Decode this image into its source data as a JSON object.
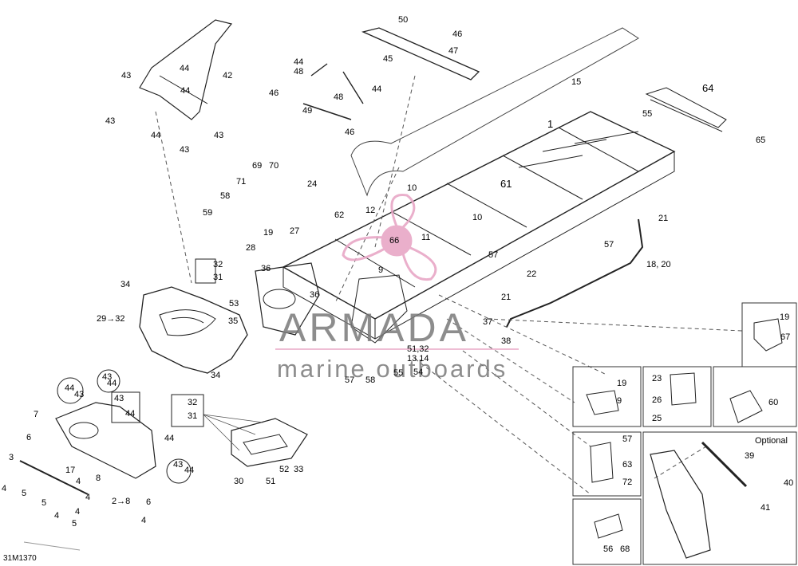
{
  "diagram_code": "31M1370",
  "optional_label": "Optional",
  "watermark": {
    "title": "ARMADA",
    "subtitle": "marine outboards",
    "accent_color": "#e8a7c6",
    "text_color": "#7a7a7a"
  },
  "callouts": [
    "1",
    "2→8",
    "3",
    "4",
    "4",
    "4",
    "4",
    "4",
    "4",
    "5",
    "5",
    "5",
    "6",
    "6",
    "7",
    "8",
    "9",
    "9",
    "10",
    "10",
    "11",
    "12",
    "13 14",
    "15",
    "17",
    "18, 20",
    "19",
    "19",
    "19",
    "21",
    "21",
    "22",
    "23",
    "24",
    "25",
    "26",
    "27",
    "28",
    "29→32",
    "30",
    "31",
    "31",
    "32",
    "32",
    "33",
    "34",
    "34",
    "35",
    "36",
    "36",
    "37",
    "38",
    "39",
    "40",
    "41",
    "42",
    "43",
    "43",
    "43",
    "43",
    "43",
    "43",
    "43",
    "43",
    "44",
    "44",
    "44",
    "44",
    "44",
    "44",
    "44",
    "44",
    "44",
    "44",
    "45",
    "46",
    "46",
    "46",
    "47",
    "48",
    "48",
    "49",
    "50",
    "51",
    "51,32",
    "52",
    "53",
    "54",
    "55",
    "55",
    "56",
    "57",
    "57",
    "57",
    "57",
    "58",
    "58",
    "59",
    "60",
    "61",
    "62",
    "63",
    "64",
    "65",
    "66",
    "67",
    "68",
    "69",
    "70",
    "71",
    "72"
  ]
}
